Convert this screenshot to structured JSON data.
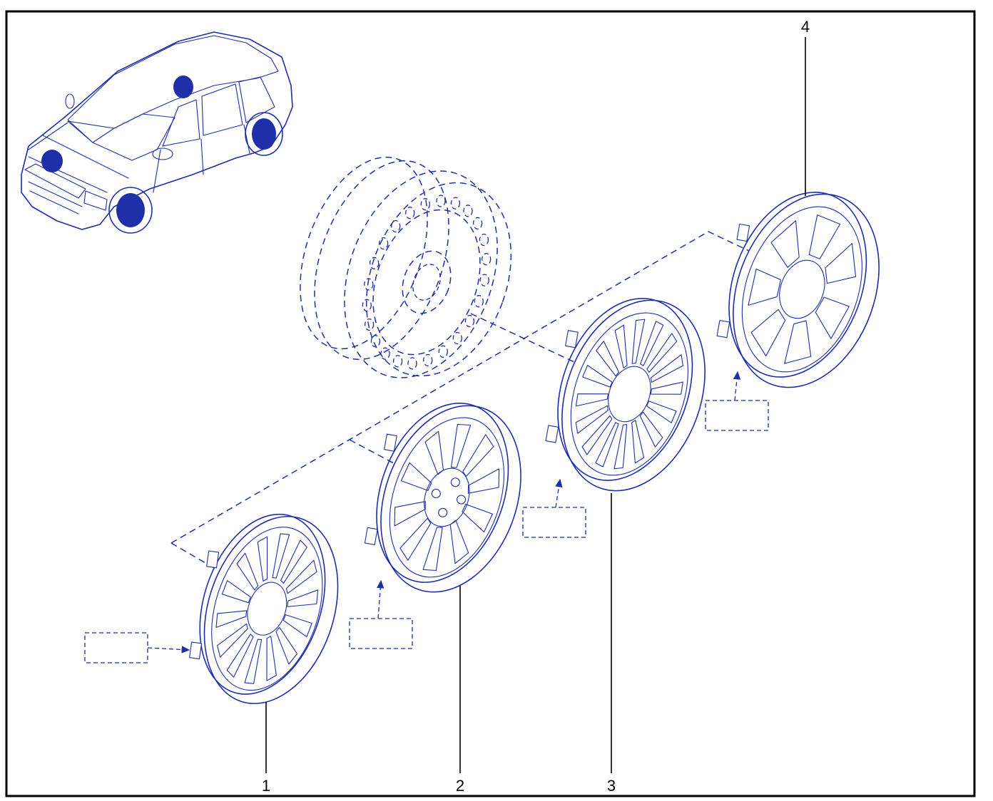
{
  "callouts": [
    {
      "label": "1"
    },
    {
      "label": "2"
    },
    {
      "label": "3"
    },
    {
      "label": "4"
    }
  ],
  "colors": {
    "ink": "#1e2fa8",
    "frame": "#000000",
    "marker": "#0a1f8f"
  },
  "icons": {
    "vehicle": "sedan-car-icon",
    "wheel": "steel-wheel-icon",
    "hubcap": "wheel-cover-icon"
  }
}
